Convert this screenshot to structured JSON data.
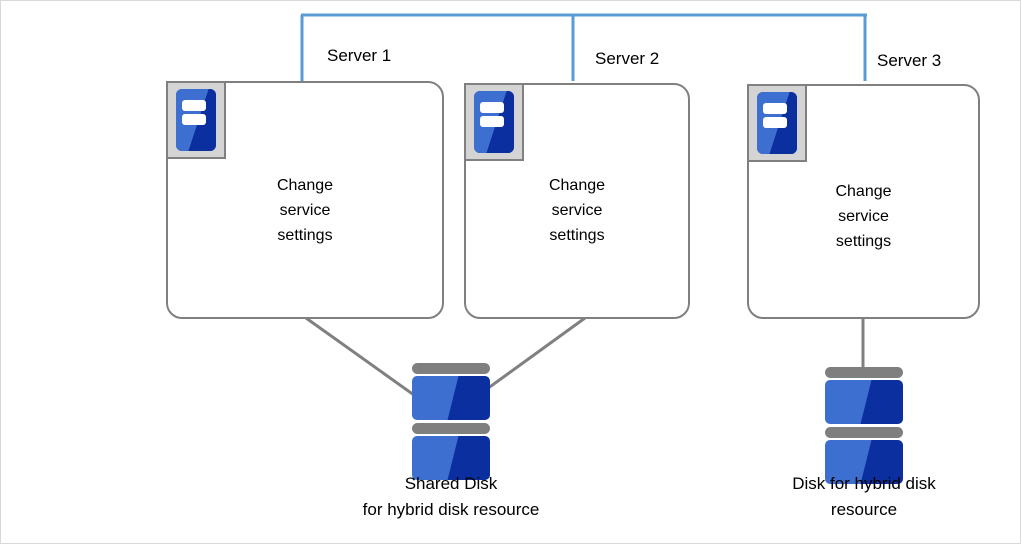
{
  "diagram": {
    "title": "Change service settings across servers with hybrid disk resource",
    "colors": {
      "bracket_blue": "#5b9bd5",
      "connector_gray": "#808080",
      "box_border_gray": "#808080",
      "icon_frame_gray": "#d4d4d4",
      "disk_cap_gray": "#7f7f7f",
      "disk_blue_light": "#3d6fd0",
      "disk_blue_dark": "#0b2f9e",
      "canvas_border": "#d9d9d9",
      "text": "#000000"
    },
    "servers": [
      {
        "id": "server-1",
        "label": "Server 1",
        "body_text": "Change\nservice\nsettings",
        "icon": "server-icon"
      },
      {
        "id": "server-2",
        "label": "Server 2",
        "body_text": "Change\nservice\nsettings",
        "icon": "server-icon"
      },
      {
        "id": "server-3",
        "label": "Server 3",
        "body_text": "Change\nservice\nsettings",
        "icon": "server-icon"
      }
    ],
    "disks": [
      {
        "id": "shared-disk",
        "caption": "Shared Disk\nfor hybrid disk resource",
        "connected_servers": [
          "Server 1",
          "Server 2"
        ]
      },
      {
        "id": "hybrid-disk",
        "caption": "Disk for hybrid disk\nresource",
        "connected_servers": [
          "Server 3"
        ]
      }
    ],
    "bracket": {
      "name": "cluster-bracket",
      "spans": [
        "Server 1",
        "Server 2",
        "Server 3"
      ]
    }
  }
}
